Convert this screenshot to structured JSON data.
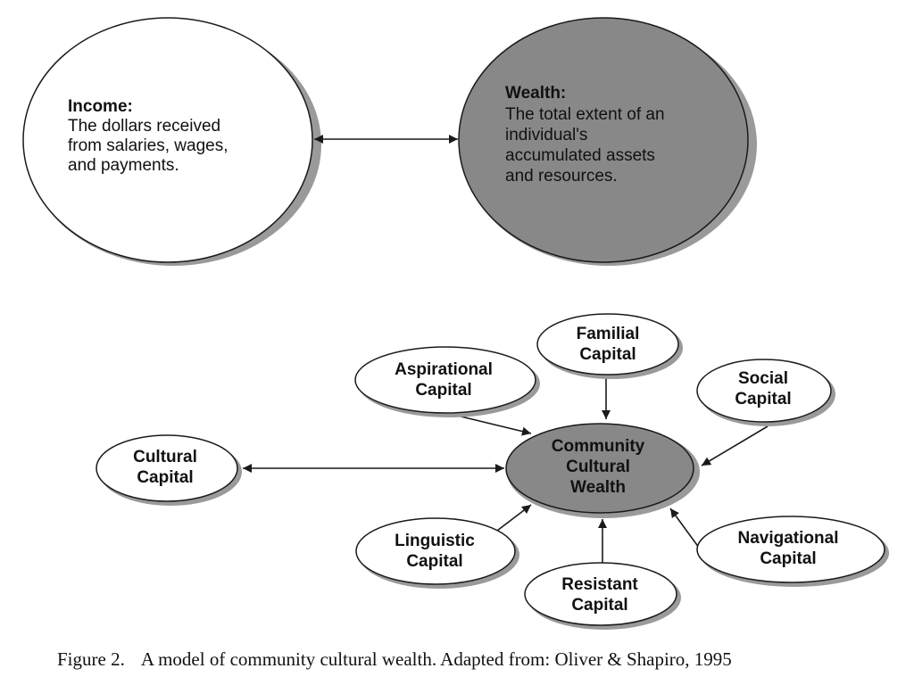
{
  "top_model": {
    "income": {
      "title": "Income:",
      "description": [
        "The dollars received",
        "from salaries, wages,",
        "and payments."
      ]
    },
    "wealth": {
      "title": "Wealth:",
      "description": [
        "The total extent of an",
        "individual's",
        "accumulated assets",
        "and resources."
      ]
    }
  },
  "ccw_model": {
    "center": [
      "Community",
      "Cultural",
      "Wealth"
    ],
    "nodes": {
      "familial": [
        "Familial",
        "Capital"
      ],
      "aspirational": [
        "Aspirational",
        "Capital"
      ],
      "social": [
        "Social",
        "Capital"
      ],
      "cultural": [
        "Cultural",
        "Capital"
      ],
      "linguistic": [
        "Linguistic",
        "Capital"
      ],
      "resistant": [
        "Resistant",
        "Capital"
      ],
      "navigational": [
        "Navigational",
        "Capital"
      ]
    }
  },
  "caption": {
    "label": "Figure 2.",
    "text": "A model of community cultural wealth. Adapted from: Oliver & Shapiro, 1995"
  },
  "colors": {
    "white_fill": "#ffffff",
    "gray_fill": "#888888",
    "outline": "#1a1a1a",
    "shadow": "#9a9a9a"
  }
}
